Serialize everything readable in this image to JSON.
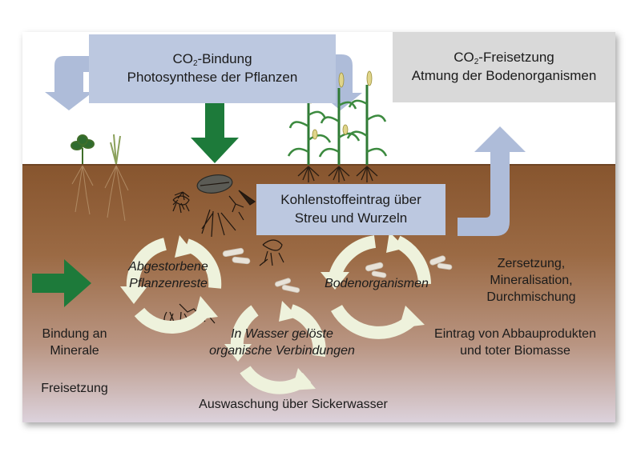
{
  "boxes": {
    "co2_binding": {
      "prefix": "CO",
      "sub": "2",
      "suffix": "-Bindung",
      "line2": "Photosynthese der Pflanzen"
    },
    "co2_release": {
      "prefix": "CO",
      "sub": "2",
      "suffix": "-Freisetzung",
      "line2": "Atmung der Bodenorganismen"
    },
    "carbon_input": {
      "line1": "Kohlenstoffeintrag über",
      "line2": "Streu und Wurzeln"
    }
  },
  "labels": {
    "dead_plants": {
      "line1": "Abgestorbene",
      "line2": "Pflanzenreste"
    },
    "soil_organisms": "Bodenorganismen",
    "dissolved": {
      "line1": "In Wasser gelöste",
      "line2": "organische Verbindungen"
    },
    "decomposition": {
      "line1": "Zersetzung,",
      "line2": "Mineralisation,",
      "line3": "Durchmischung"
    },
    "input_products": {
      "line1": "Eintrag von Abbauprodukten",
      "line2": "und toter Biomasse"
    },
    "binding_minerals": {
      "line1": "Bindung an",
      "line2": "Minerale"
    },
    "release": "Freisetzung",
    "leaching": "Auswaschung über Sickerwasser"
  },
  "colors": {
    "box_blue": "#bcc8e0",
    "arrow_blue": "#aebcd9",
    "box_grey": "#d9d9d9",
    "green_arrow": "#1d7a3a",
    "soil_top": "#8a5a33",
    "soil_bottom": "#d8cbd0",
    "cycle_arrow": "#eef2dc"
  }
}
